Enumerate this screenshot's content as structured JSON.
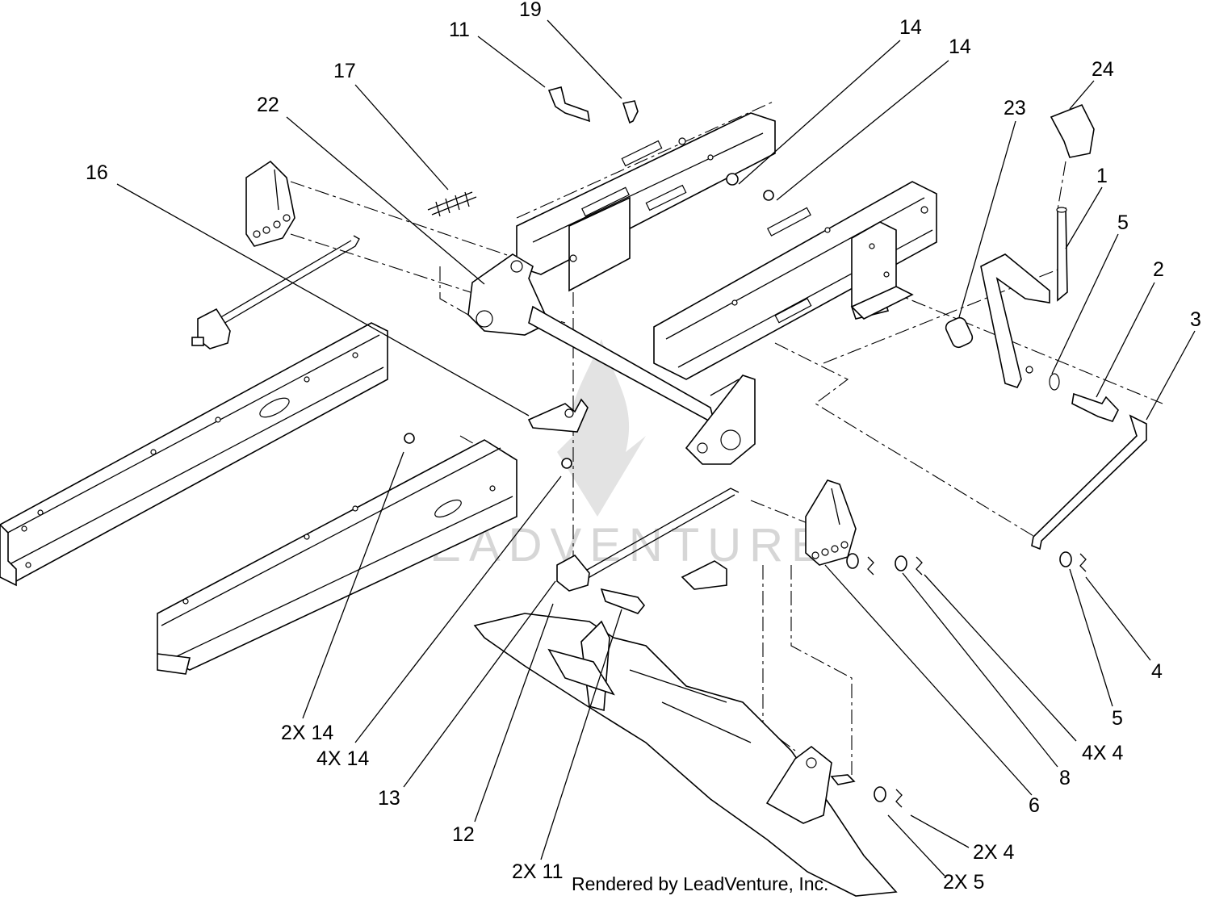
{
  "callouts": {
    "c19": "19",
    "c11_top": "11",
    "c14_a": "14",
    "c14_b": "14",
    "c17": "17",
    "c24": "24",
    "c22": "22",
    "c23": "23",
    "c1": "1",
    "c16": "16",
    "c5_top": "5",
    "c2": "2",
    "c3": "3",
    "c4": "4",
    "c5_right": "5",
    "c4x4": "4X 4",
    "c8": "8",
    "c6": "6",
    "c2x14": "2X 14",
    "c4x14": "4X 14",
    "c13": "13",
    "c12": "12",
    "c2x11": "2X 11",
    "c2x4": "2X 4",
    "c2x5": "2X 5"
  },
  "credit": "Rendered by LeadVenture, Inc.",
  "watermark": "LEADVENTURE"
}
